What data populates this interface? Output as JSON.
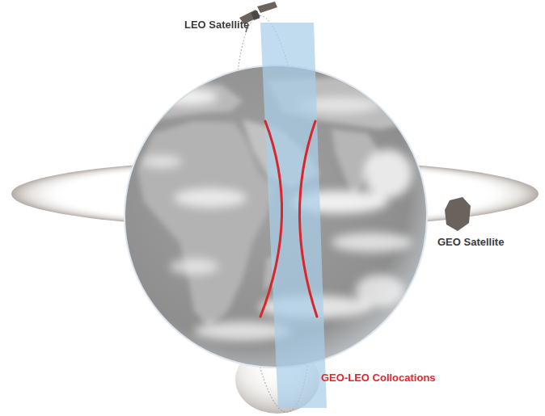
{
  "diagram": {
    "labels": [
      "LEO Satellite",
      "GEO Satellite",
      "GEO-LEO Collocations"
    ]
  }
}
